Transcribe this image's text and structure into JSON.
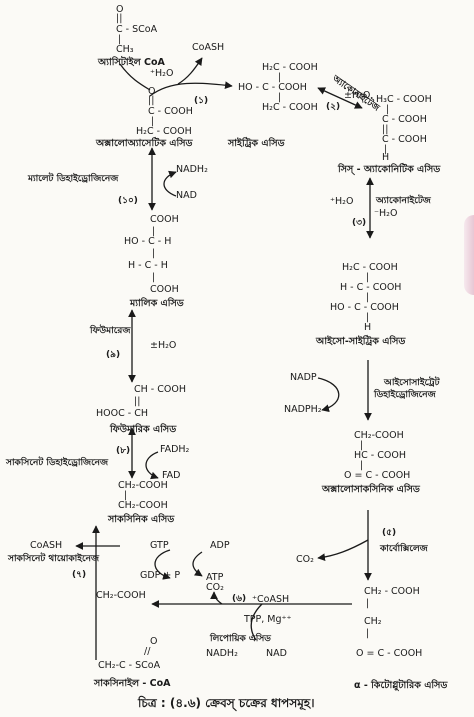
{
  "acetyl_coa": {
    "oxo": "O",
    "double_bond": "||",
    "carbonyl": "C - SCoA",
    "bond": "|",
    "methyl": "CH₃",
    "name": "অ্যাসিটাইল CoA",
    "water": "⁺H₂O",
    "product": "CoASH"
  },
  "oxaloacetate": {
    "oxo": "O",
    "double_bond": "||",
    "carbonyl": "C - COOH",
    "bond": "|",
    "methylene": "H₂C - COOH",
    "name": "অক্সালোঅ্যাসেটিক এসিড"
  },
  "citrate": {
    "top": "H₂C - COOH",
    "bond_top": "|",
    "middle": "HO - C - COOH",
    "bond_bottom": "|",
    "bottom": "H₂C - COOH",
    "name": "সাইট্রিক এসিড"
  },
  "cis_aconitate": {
    "top": "H₃C - COOH",
    "bond_top": "|",
    "middle": "C - COOH",
    "double_bond": "||",
    "bottom": "C - COOH",
    "bond_h": "|",
    "h": "H",
    "name": "সিস্‌ - অ্যাকোনিটিক এসিড"
  },
  "isocitrate": {
    "l1": "H₂C - COOH",
    "b1": "|",
    "l2": "H - C - COOH",
    "b2": "|",
    "l3": "HO - C - COOH",
    "b3": "|",
    "l4": "H",
    "name": "আইসো-সাইট্রিক এসিড"
  },
  "oxalosuccinate": {
    "l1": "CH₂-COOH",
    "b1": "|",
    "l2": "HC - COOH",
    "b2": "|",
    "l3": "O = C - COOH",
    "name": "অক্সালোসাকসিনিক এসিড"
  },
  "alpha_kg": {
    "l1": "CH₂ - COOH",
    "b1": "|",
    "l2": "CH₂",
    "b2": "|",
    "l3": "O = C - COOH",
    "name": "α - কিটোগ্লুটারিক এসিড"
  },
  "succinyl_coa": {
    "oxo": "O",
    "double_bond": "//",
    "carbonyl": "CH₂-C - SCoA",
    "top": "CH₂-COOH",
    "name": "সাকসিনাইল - CoA"
  },
  "succinate": {
    "top": "CH₂-COOH",
    "bond": "|",
    "bottom": "CH₂-COOH",
    "name": "সাকসিনিক এসিড"
  },
  "fumarate": {
    "top": "CH - COOH",
    "double_bond": "||",
    "bottom": "HOOC - CH",
    "name": "ফিউমারিক এসিড"
  },
  "malate": {
    "cooh_top": "COOH",
    "b1": "|",
    "l1": "HO - C - H",
    "b2": "|",
    "l2": "H - C - H",
    "b3": "|",
    "cooh_bottom": "COOH",
    "name": "ম্যালিক এসিড"
  },
  "steps": {
    "s1": "(১)",
    "s2": "(২)",
    "s3": "(৩)",
    "s4": "(৫)",
    "s6": "(৬)",
    "s7": "(৭)",
    "s8": "(৮)",
    "s9": "(৯)",
    "s10": "(১০)"
  },
  "enzymes": {
    "aconitase_top": "অ্যাকোনাইটেজ",
    "aconitase_mid": "অ্যাকোনাইটেজ",
    "isocitrate_dh_1": "আইসোসাইট্রেট",
    "isocitrate_dh_2": "ডিহাইড্রোজিনেজ",
    "decarboxylase": "কার্বোক্সিলেজ",
    "lipoic_acid": "লিপোয়িক এসিড",
    "succinate_thiokinase": "সাকসিনেট থায়োকাইনেজ",
    "succinate_dh": "সাকসিনেট ডিহাইড্রোজিনেজ",
    "fumarase": "ফিউমারেজ",
    "malate_dh": "ম্যালেট ডিহাইড্রোজিনেজ"
  },
  "cofactors": {
    "h2o_aconitase_top": "±H₂O",
    "h2o_left": "⁺H₂O",
    "h2o_right": "⁻H₂O",
    "nadp": "NADP",
    "nadph": "NADPH₂",
    "co2_decarb": "CO₂",
    "co2_lipoic": "CO₂",
    "coash_lipoic": "⁺CoASH",
    "tpp": "TPP, Mg⁺⁺",
    "nadh_lipoic": "NADH₂",
    "nad_lipoic": "NAD",
    "coash_thiokinase": "CoASH",
    "gtp": "GTP",
    "gdp": "GDP + P",
    "adp": "ADP",
    "atp": "ATP",
    "fadh": "FADH₂",
    "fad": "FAD",
    "h2o_fumarase": "±H₂O",
    "nadh_malate": "NADH₂",
    "nad_malate": "NAD"
  },
  "caption": "চিত্র : (৪.৬) ক্রেবস্‌ চক্রের ধাপসমূহ।"
}
